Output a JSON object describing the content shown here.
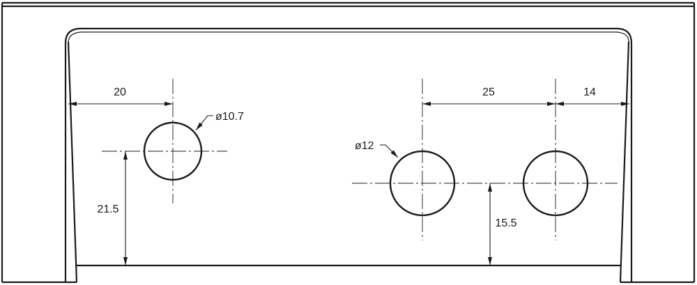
{
  "dimensions": {
    "left_edge_to_hole1": "20",
    "hole1_diameter": "ø10.7",
    "hole1_height": "21.5",
    "hole2_diameter": "ø12",
    "hole_spacing": "25",
    "hole3_to_right_edge": "14",
    "holes_height": "15.5"
  }
}
